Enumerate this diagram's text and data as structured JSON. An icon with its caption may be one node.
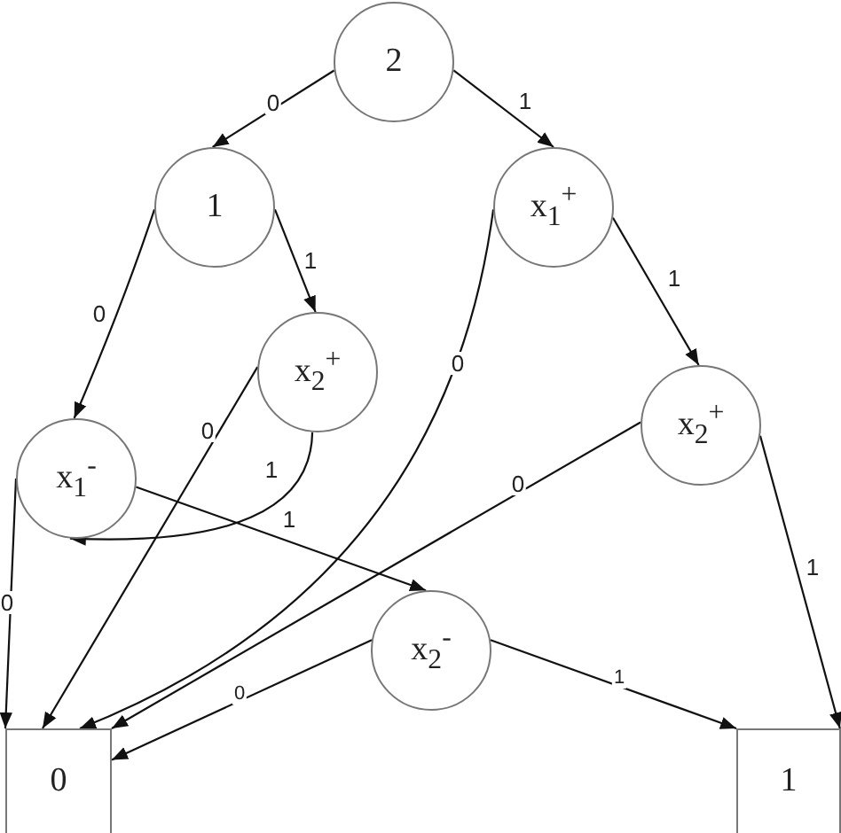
{
  "diagram": {
    "nodes": [
      {
        "text": [
          "2"
        ]
      },
      {
        "text": [
          "1"
        ]
      },
      {
        "text": [
          "x$_{1}$$^{+}$"
        ]
      },
      {
        "text": [
          "x$_{2}$$^{+}$"
        ]
      },
      {
        "text": [
          "x$_{2}$$^{+}$"
        ]
      },
      {
        "text": [
          "x$_{1}$$^{-}$"
        ]
      },
      {
        "text": [
          "x$_{2}$$^{-}$"
        ]
      },
      {
        "text": [
          "0"
        ]
      },
      {
        "text": [
          "1"
        ]
      }
    ],
    "edges": [
      {
        "from": 0,
        "to": 1,
        "arrow": "to",
        "label": "0"
      },
      {
        "from": 0,
        "to": 2,
        "arrow": "to",
        "label": "1"
      },
      {
        "from": 1,
        "to": 5,
        "arrow": "to",
        "label": "0"
      },
      {
        "from": 1,
        "to": 3,
        "arrow": "to",
        "label": "1"
      },
      {
        "from": 2,
        "to": 7,
        "arrow": "to",
        "label": "0"
      },
      {
        "from": 2,
        "to": 4,
        "arrow": "to",
        "label": "1"
      },
      {
        "from": 3,
        "to": 7,
        "arrow": "to",
        "label": "0"
      },
      {
        "from": 3,
        "to": 5,
        "arrow": "to",
        "label": "1"
      },
      {
        "from": 5,
        "to": 7,
        "arrow": "to",
        "label": "0"
      },
      {
        "from": 5,
        "to": 6,
        "arrow": "to",
        "label": "1"
      },
      {
        "from": 4,
        "to": 7,
        "arrow": "to",
        "label": "0"
      },
      {
        "from": 4,
        "to": 8,
        "arrow": "to",
        "label": "1"
      },
      {
        "from": 6,
        "to": 7,
        "arrow": "to",
        "label": "0"
      },
      {
        "from": 6,
        "to": 8,
        "arrow": "to",
        "label": "1"
      }
    ]
  }
}
